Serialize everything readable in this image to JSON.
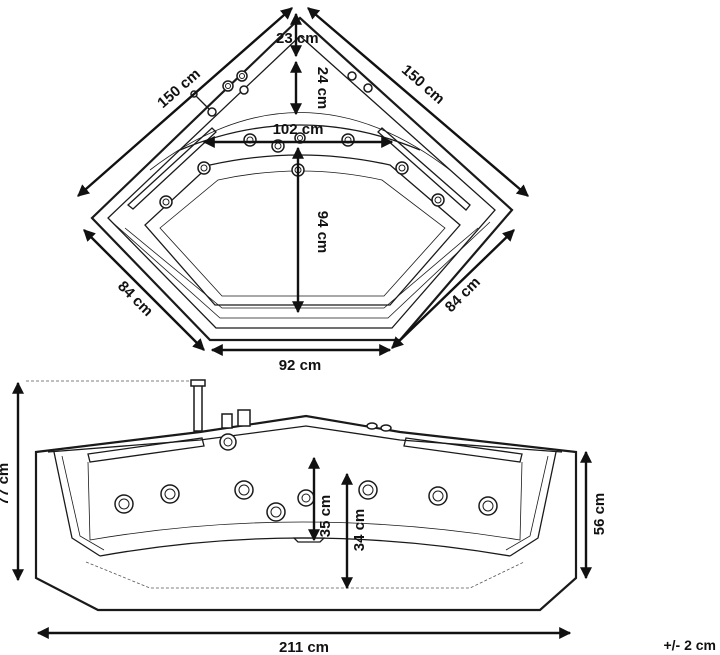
{
  "top_view": {
    "dim_rim_top": "23 cm",
    "dim_seat_depth": "24 cm",
    "dim_inner_width": "102 cm",
    "dim_inner_depth": "94 cm",
    "dim_left_side": "150 cm",
    "dim_right_side": "150 cm",
    "dim_left_front": "84 cm",
    "dim_right_front": "84 cm",
    "dim_front": "92 cm"
  },
  "front_view": {
    "dim_total_height": "77 cm",
    "dim_side_height": "56 cm",
    "dim_inner_depth_a": "35 cm",
    "dim_inner_depth_b": "34 cm",
    "dim_total_width": "211 cm"
  },
  "tolerance": "+/- 2 cm"
}
